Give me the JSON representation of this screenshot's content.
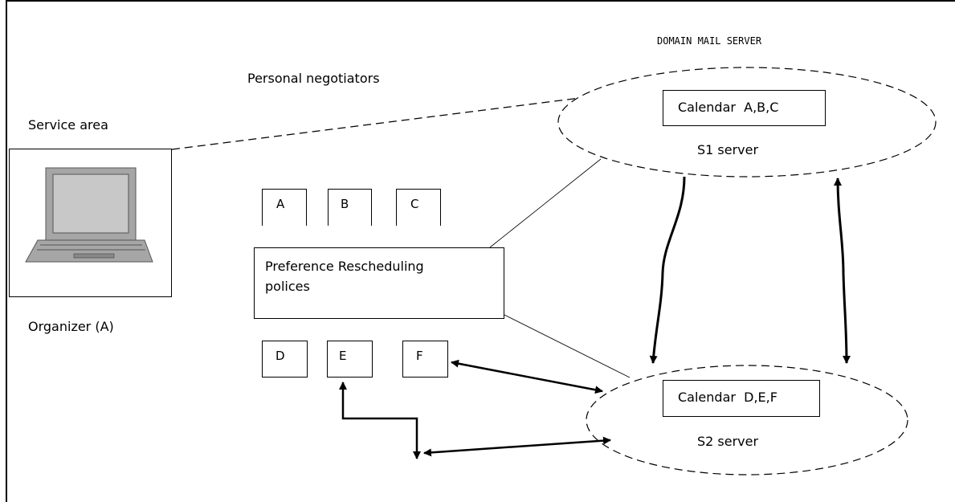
{
  "header": {
    "domain_mail_server": "DOMAIN MAIL SERVER",
    "personal_negotiators": "Personal negotiators",
    "service_area": "Service area",
    "organizer": "Organizer (A)"
  },
  "negotiators": {
    "top": [
      "A",
      "B",
      "C"
    ],
    "bottom": [
      "D",
      "E",
      "F"
    ]
  },
  "policy": {
    "line1": "Preference Rescheduling",
    "line2": "polices"
  },
  "servers": {
    "s1": {
      "calendar": "Calendar  A,B,C",
      "name": "S1 server"
    },
    "s2": {
      "calendar": "Calendar  D,E,F",
      "name": "S2 server"
    }
  },
  "icons": {
    "organizer_device": "laptop-icon"
  },
  "colors": {
    "line": "#000000",
    "laptop_body": "#a6a6a6",
    "laptop_screen": "#c8c8c8"
  }
}
